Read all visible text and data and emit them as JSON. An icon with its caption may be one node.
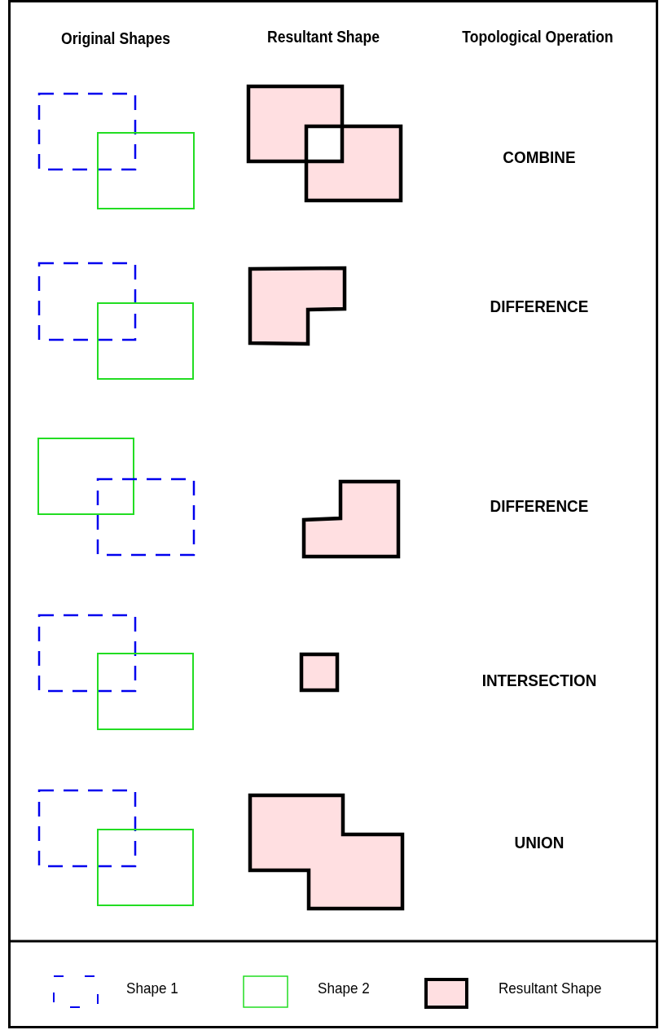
{
  "diagram": {
    "labels": [
      "Original Shapes",
      "Resultant Shape",
      "Topological Operation",
      "COMBINE",
      "DIFFERENCE",
      "DIFFERENCE",
      "INTERSECTION",
      "UNION"
    ],
    "legend": [
      {
        "text": "Shape 1"
      },
      {
        "text": "Shape 2"
      },
      {
        "text": "Resultant Shape"
      }
    ]
  }
}
